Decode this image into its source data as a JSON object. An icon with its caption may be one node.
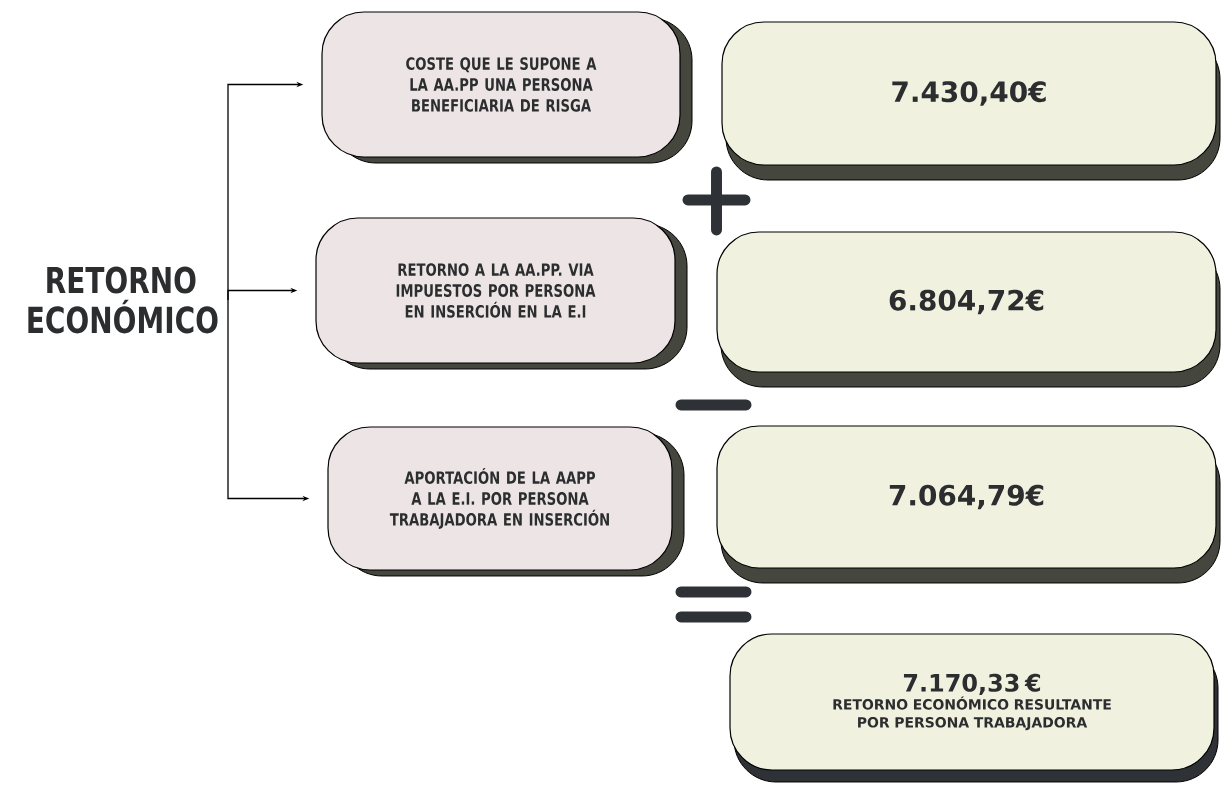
{
  "diagram": {
    "nodes": [
      {
        "text": [
          "RETORNO ECONÓMICO"
        ]
      },
      {
        "text": [
          "COSTE QUE LE SUPONE A LA AA.PP UNA PERSONA BENEFICIARIA DE RISGA"
        ]
      },
      {
        "text": [
          "RETORNO A LA AA.PP. VIA IMPUESTOS POR PERSONA EN INSERCIÓN EN LA E.I"
        ]
      },
      {
        "text": [
          "APORTACIÓN DE LA AAPP A LA E.I. POR PERSONA TRABAJADORA EN INSERCIÓN"
        ]
      },
      {
        "text": [
          "7.430,40€"
        ]
      },
      {
        "text": [
          "6.804,72€"
        ]
      },
      {
        "text": [
          "7.064,79€"
        ]
      },
      {
        "text": [
          "7.170,33 €",
          "RETORNO ECONÓMICO RESULTANTE POR PERSONA TRABAJADORA"
        ]
      }
    ],
    "edges": [
      {
        "from": 0,
        "to": 1,
        "arrow": "to"
      },
      {
        "from": 0,
        "to": 2,
        "arrow": "to"
      },
      {
        "from": 0,
        "to": 3,
        "arrow": "to"
      }
    ]
  }
}
